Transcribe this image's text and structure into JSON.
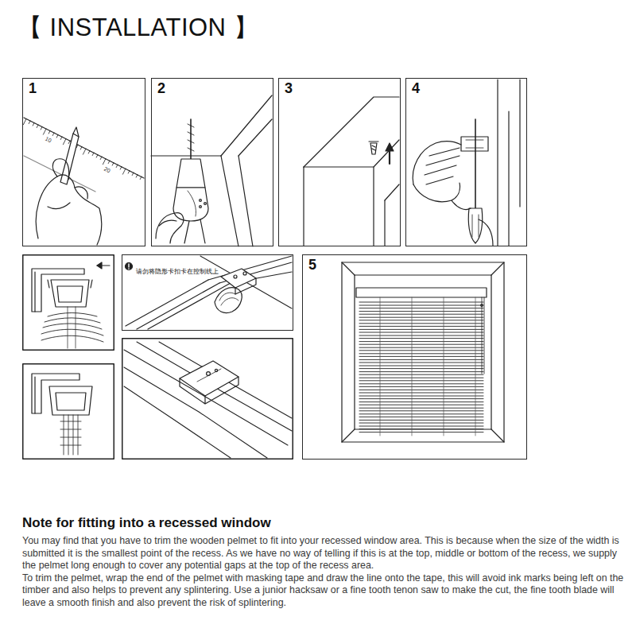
{
  "diagram": {
    "title": "【 INSTALLATION 】",
    "nodes": [
      {
        "text": [
          "1"
        ]
      },
      {
        "text": [
          "2"
        ]
      },
      {
        "text": [
          "3"
        ]
      },
      {
        "text": [
          "4"
        ]
      },
      {
        "text": [
          "请勿将隐形卡扣卡在控制线上"
        ]
      },
      {
        "text": [
          "5"
        ]
      }
    ],
    "labels": [
      "10",
      "20",
      "Note for fitting into a recessed window",
      "You may find that you have to trim the wooden pelmet to fit into your recessed window area. This is because when the size of the width is submitted it is the smallest point of the recess. As we have no way of telling if this is at the top, middle or bottom of the recess, we supply the pelmet long enough to cover any potential gaps at the top of the recess area.",
      "To trim the pelmet, wrap the end of the pelmet with masking tape and draw the line onto the tape, this will avoid ink marks being left on the timber and also helps to prevent any splintering. Use a junior hacksaw or a fine tooth tenon saw to make the cut, the fine tooth blade will leave a smooth finish and also prevent the risk of splintering."
    ]
  }
}
